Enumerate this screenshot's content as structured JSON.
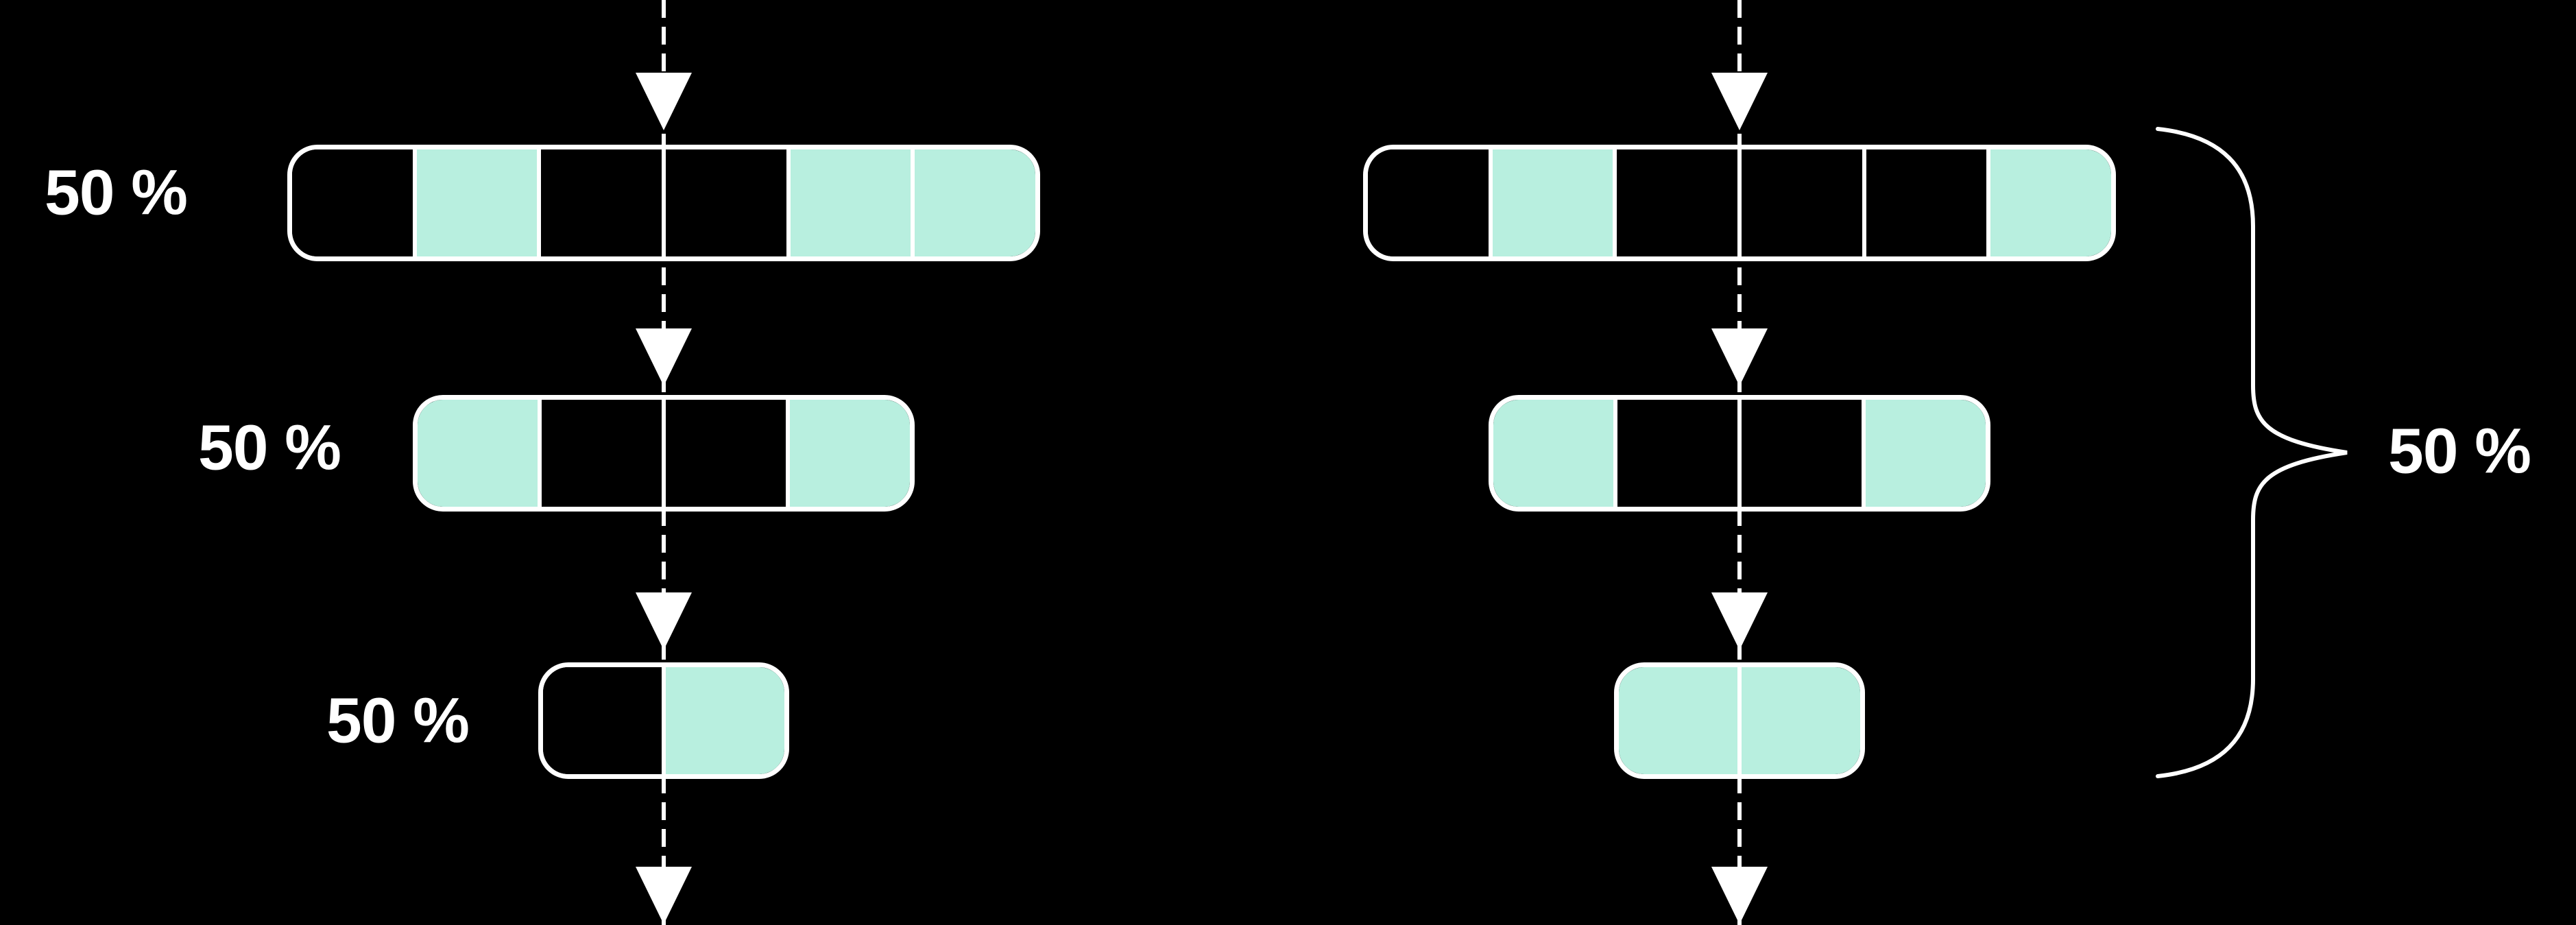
{
  "colors": {
    "background": "#000000",
    "line": "#ffffff",
    "segment_teal": "#b8efdf",
    "segment_black": "#000000"
  },
  "icons": {
    "arrow_down": "triangle-down",
    "brace_right": "curly-brace"
  },
  "labels": {
    "left_row1": "50 %",
    "left_row2": "50 %",
    "left_row3": "50 %",
    "brace_right": "50 %"
  },
  "bars": {
    "left_row1": [
      "black",
      "teal",
      "black",
      "black",
      "teal",
      "teal"
    ],
    "left_row2": [
      "teal",
      "black",
      "black",
      "teal"
    ],
    "left_row3": [
      "black",
      "teal"
    ],
    "right_row1": [
      "black",
      "teal",
      "black",
      "black",
      "black",
      "teal"
    ],
    "right_row2": [
      "teal",
      "black",
      "black",
      "teal"
    ],
    "right_row3": [
      "teal",
      "teal"
    ]
  }
}
